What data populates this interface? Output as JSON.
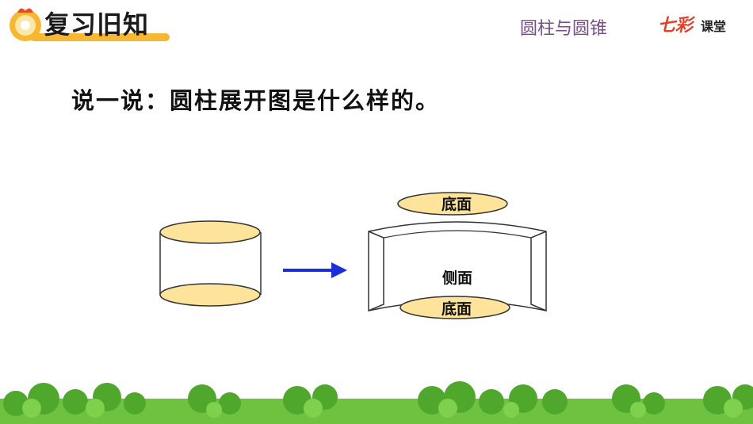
{
  "header": {
    "title": "复习旧知",
    "subject": "圆柱与圆锥",
    "brand_a": "七彩",
    "brand_b": "课堂"
  },
  "main": {
    "question": "说一说：圆柱展开图是什么样的。",
    "labels": {
      "top_base": "底面",
      "side": "侧面",
      "bottom_base": "底面"
    }
  },
  "colors": {
    "ellipse_fill": "#fde49a",
    "arrow": "#1c2fd6",
    "title_purple": "#7a4d8c",
    "grass": "#5cb83a"
  }
}
